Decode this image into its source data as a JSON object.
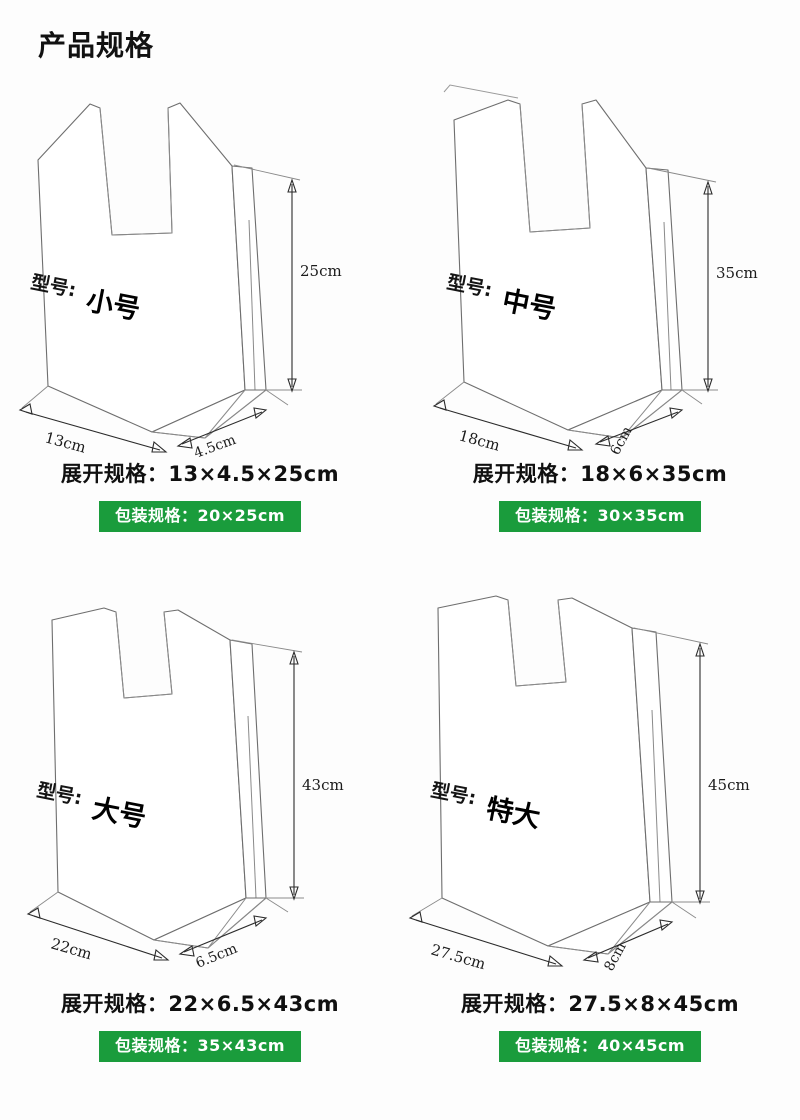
{
  "page": {
    "title": "产品规格",
    "background_color": "#fdfdfd",
    "badge_color": "#1a9c3c",
    "outline_color": "#6e6e6e"
  },
  "labels": {
    "model_prefix": "型号:",
    "unfolded_prefix": "展开规格：",
    "packaging_prefix": "包装规格："
  },
  "products": [
    {
      "model": "小号",
      "model_label": "型号:小号",
      "width_label": "13cm",
      "depth_label": "4.5cm",
      "height_label": "25cm",
      "unfolded_text": "展开规格：13×4.5×25cm",
      "packaging_text": "包装规格：20×25cm",
      "unfolded_value": "13×4.5×25cm",
      "packaging_value": "20×25cm"
    },
    {
      "model": "中号",
      "model_label": "型号:中号",
      "width_label": "18cm",
      "depth_label": "6cm",
      "height_label": "35cm",
      "unfolded_text": "展开规格：18×6×35cm",
      "packaging_text": "包装规格：30×35cm",
      "unfolded_value": "18×6×35cm",
      "packaging_value": "30×35cm"
    },
    {
      "model": "大号",
      "model_label": "型号:大号",
      "width_label": "22cm",
      "depth_label": "6.5cm",
      "height_label": "43cm",
      "unfolded_text": "展开规格：22×6.5×43cm",
      "packaging_text": "包装规格：35×43cm",
      "unfolded_value": "22×6.5×43cm",
      "packaging_value": "35×43cm"
    },
    {
      "model": "特大",
      "model_label": "型号:特大",
      "width_label": "27.5cm",
      "depth_label": "8cm",
      "height_label": "45cm",
      "unfolded_text": "展开规格：27.5×8×45cm",
      "packaging_text": "包装规格：40×45cm",
      "unfolded_value": "27.5×8×45cm",
      "packaging_value": "40×45cm"
    }
  ]
}
